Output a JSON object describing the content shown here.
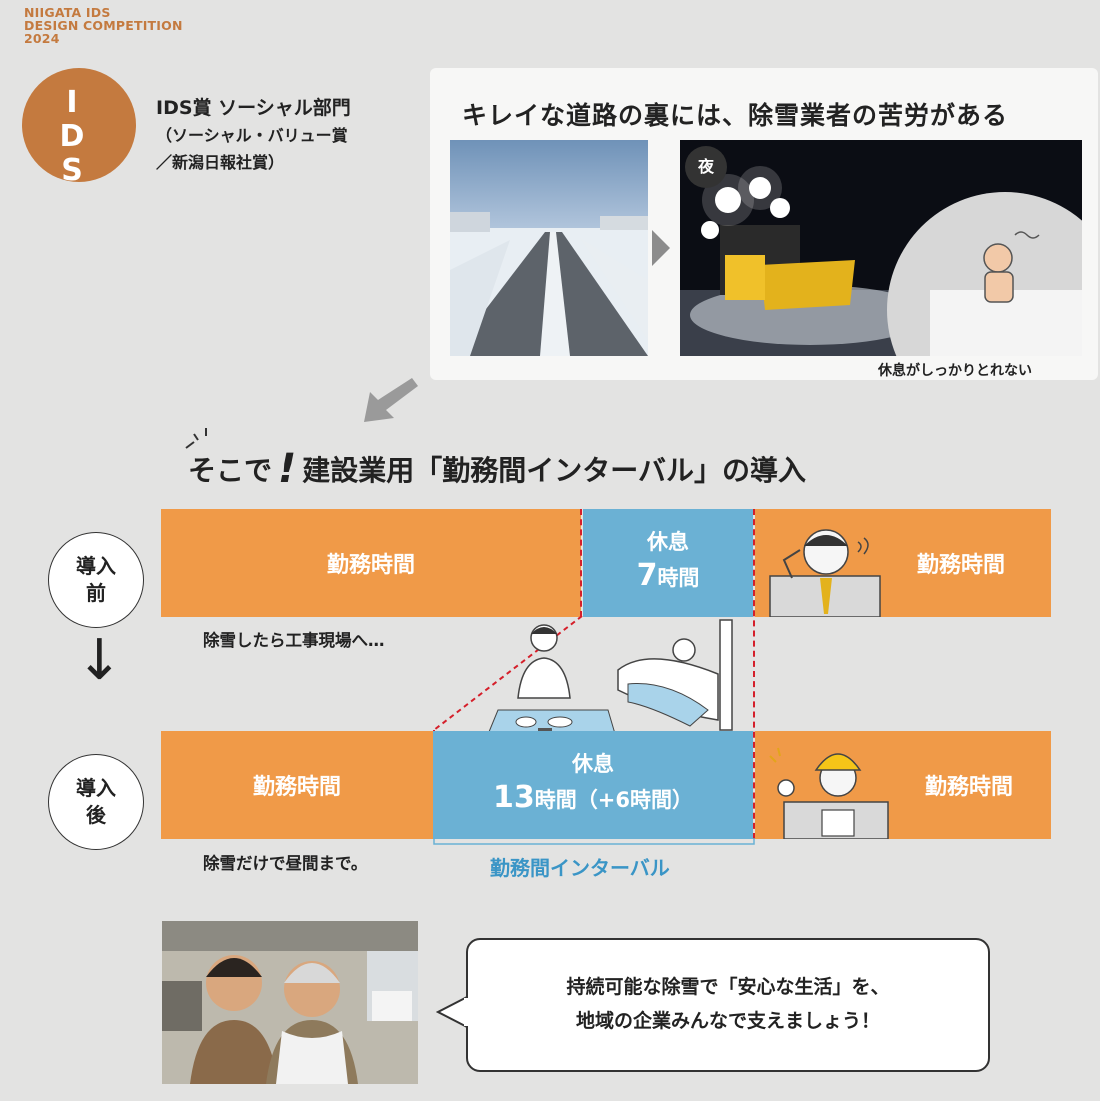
{
  "competition": [
    "NIIGATA IDS",
    "DESIGN COMPETITION",
    "2024"
  ],
  "logo_letters": [
    "I",
    "D",
    "S"
  ],
  "award": {
    "line1": "IDS賞 ソーシャル部門",
    "line2": "（ソーシャル・バリュー賞",
    "line3": "／新潟日報社賞）"
  },
  "panel": {
    "title": "キレイな道路の裏には、除雪業者の苦労がある",
    "night_badge": "夜",
    "rest_caption": "休息がしっかりとれない"
  },
  "headline": {
    "part1": "そこで",
    "bang": "!",
    "part2": "建設業用「勤務間インターバル」の導入"
  },
  "before": {
    "circle_l1": "導入",
    "circle_l2": "前",
    "work_left": "勤務時間",
    "rest_l1": "休息",
    "rest_num": "7",
    "rest_unit": "時間",
    "work_right": "勤務時間",
    "note": "除雪したら工事現場へ…"
  },
  "after": {
    "circle_l1": "導入",
    "circle_l2": "後",
    "work_left": "勤務時間",
    "rest_l1": "休息",
    "rest_num": "13",
    "rest_rest": "時間（+6時間）",
    "work_right": "勤務時間",
    "note": "除雪だけで昼間まで。"
  },
  "interval_label": "勤務間インターバル",
  "bubble": {
    "line1": "持続可能な除雪で「安心な生活」を、",
    "line2": "地域の企業みんなで支えましょう！"
  },
  "colors": {
    "brand": "#c47a3f",
    "work": "#f09a48",
    "rest": "#6bb1d4",
    "interval": "#3a95c6",
    "dash": "#d51f2a"
  },
  "icons": [
    "play-arrow-icon",
    "down-left-arrow-icon",
    "down-arrow-icon",
    "exclamation-icon",
    "sparkle-burst-icon",
    "speech-bubble-tail-icon"
  ]
}
